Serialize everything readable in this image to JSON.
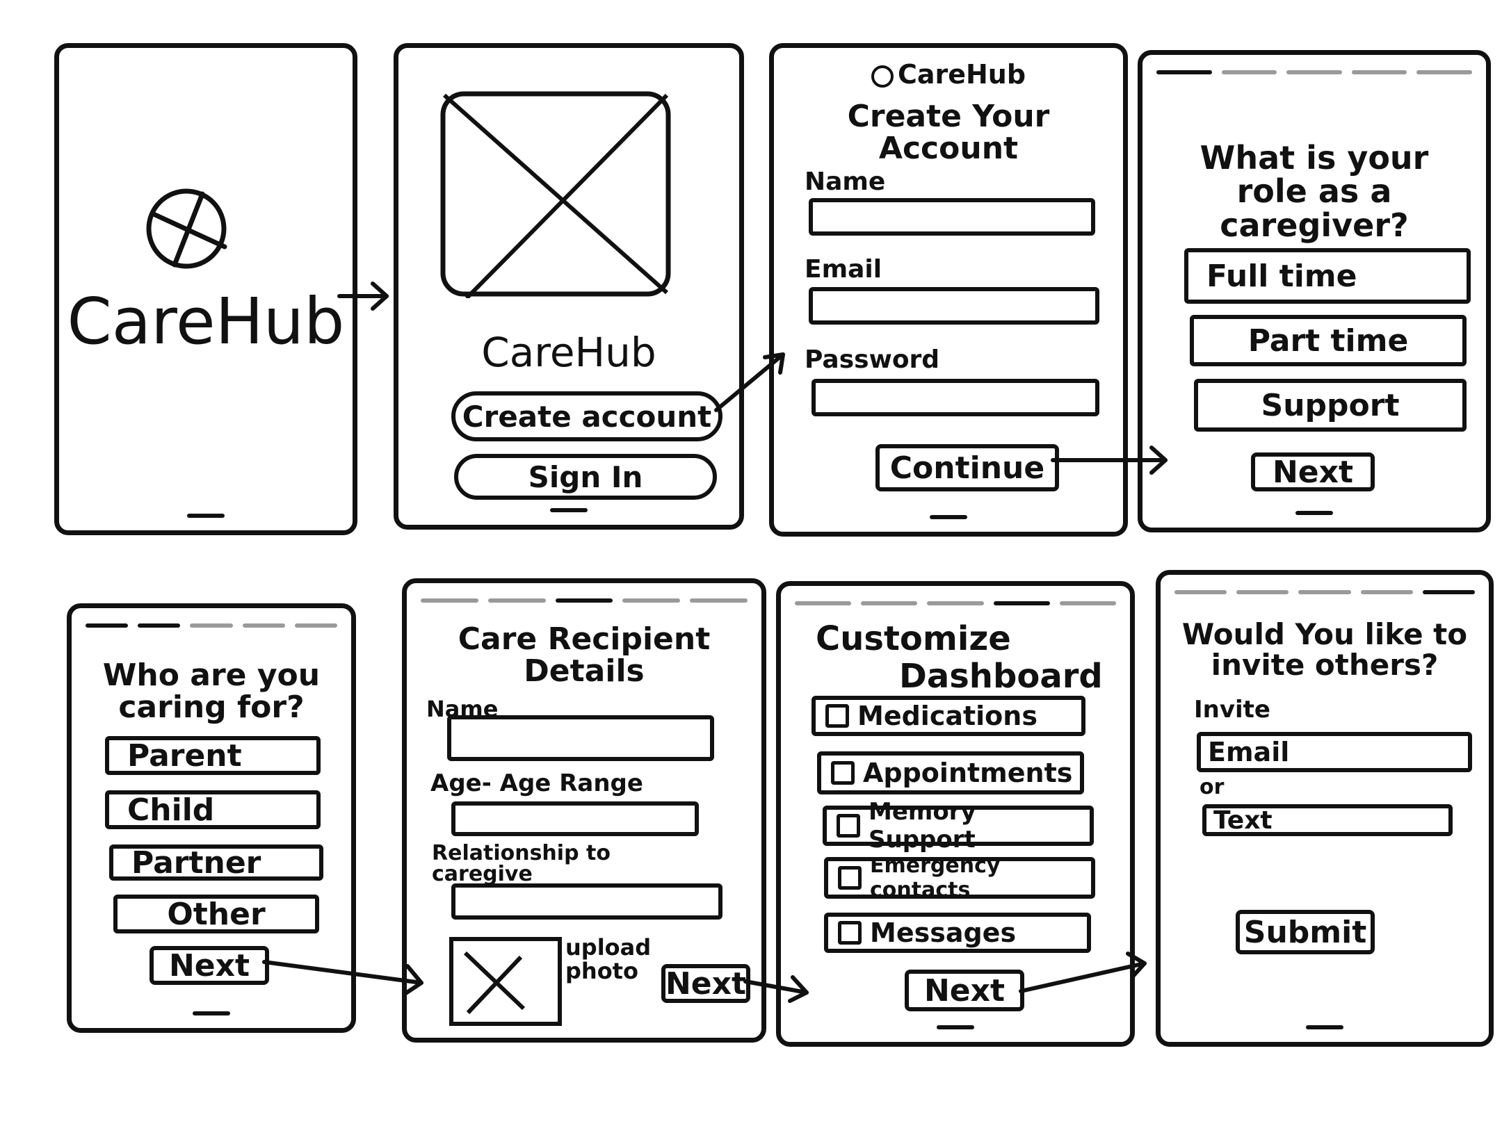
{
  "brand": "CareHub",
  "screen1": {
    "app_name": "CareHub"
  },
  "screen2": {
    "app_name": "CareHub",
    "create_account": "Create account",
    "sign_in": "Sign In"
  },
  "screen3": {
    "brand": "CareHub",
    "title": "Create Your Account",
    "name_label": "Name",
    "email_label": "Email",
    "password_label": "Password",
    "continue": "Continue"
  },
  "screen4": {
    "question": "What is your role as a caregiver?",
    "options": [
      "Full time",
      "Part time",
      "Support"
    ],
    "next": "Next"
  },
  "screen5": {
    "question": "Who are you caring for?",
    "options": [
      "Parent",
      "Child",
      "Partner",
      "Other"
    ],
    "next": "Next"
  },
  "screen6": {
    "title": "Care Recipient Details",
    "name_label": "Name",
    "age_label": "Age- Age Range",
    "relationship_label": "Relationship to caregive",
    "upload_label": "upload photo",
    "next": "Next"
  },
  "screen7": {
    "title_line1": "Customize",
    "title_line2": "Dashboard",
    "options": [
      "Medications",
      "Appointments",
      "Memory Support",
      "Emergency contacts",
      "Messages"
    ],
    "next": "Next"
  },
  "screen8": {
    "title": "Would You like to invite others?",
    "invite_label": "Invite",
    "email_option": "Email",
    "or_label": "or",
    "text_option": "Text",
    "submit": "Submit"
  }
}
